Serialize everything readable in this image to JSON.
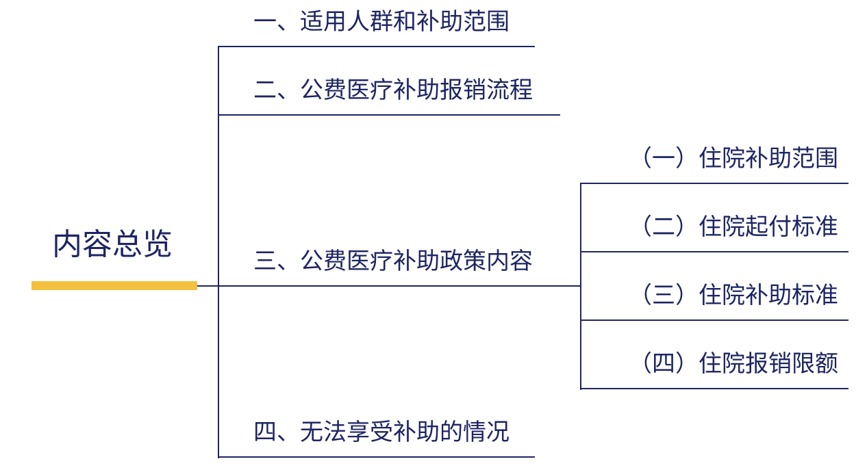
{
  "colors": {
    "line": "#1d2563",
    "text": "#1d2563",
    "accent": "#f5c03e",
    "background": "#ffffff"
  },
  "root": {
    "title": "内容总览"
  },
  "branches": [
    {
      "label": "一、适用人群和补助范围"
    },
    {
      "label": "二、公费医疗补助报销流程"
    },
    {
      "label": "三、公费医疗补助政策内容"
    },
    {
      "label": "四、无法享受补助的情况"
    }
  ],
  "sub_branches": [
    {
      "label": "（一）住院补助范围"
    },
    {
      "label": "（二）住院起付标准"
    },
    {
      "label": "（三）住院补助标准"
    },
    {
      "label": "（四）住院报销限额"
    }
  ]
}
